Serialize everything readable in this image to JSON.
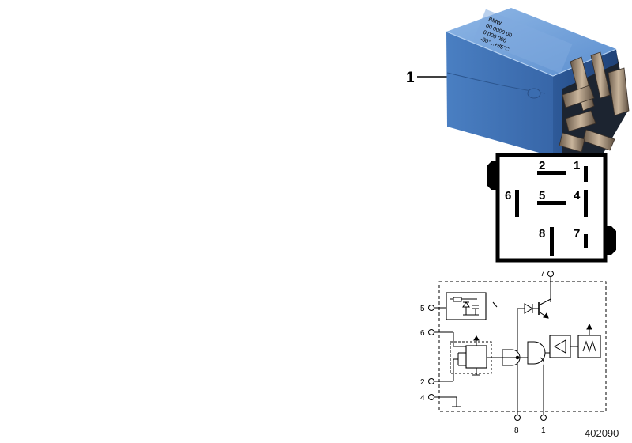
{
  "callout": {
    "label": "1"
  },
  "relay": {
    "body_color": "#4a7fc0",
    "label_lines": [
      "BMW",
      "00 0000 00",
      "0 000 000",
      "-30°...+85°C"
    ]
  },
  "pin_layout": {
    "pins": [
      {
        "id": "p2",
        "label": "2"
      },
      {
        "id": "p1",
        "label": "1"
      },
      {
        "id": "p6",
        "label": "6"
      },
      {
        "id": "p5",
        "label": "5"
      },
      {
        "id": "p4",
        "label": "4"
      },
      {
        "id": "p8",
        "label": "8"
      },
      {
        "id": "p7",
        "label": "7"
      }
    ]
  },
  "schematic": {
    "terminals": [
      {
        "id": "t7",
        "label": "7"
      },
      {
        "id": "t5",
        "label": "5"
      },
      {
        "id": "t6",
        "label": "6"
      },
      {
        "id": "t2",
        "label": "2"
      },
      {
        "id": "t4",
        "label": "4"
      },
      {
        "id": "t8",
        "label": "8"
      },
      {
        "id": "t1",
        "label": "1"
      }
    ]
  },
  "document_number": "402090"
}
